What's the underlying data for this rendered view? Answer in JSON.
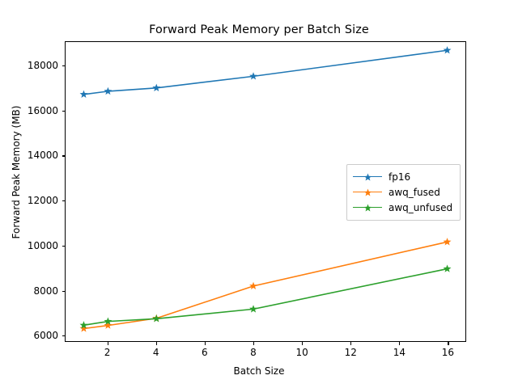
{
  "chart_data": {
    "type": "line",
    "title": "Forward Peak Memory per Batch Size",
    "xlabel": "Batch Size",
    "ylabel": "Forward Peak Memory (MB)",
    "x": [
      1,
      2,
      4,
      8,
      16
    ],
    "xlim": [
      0.25,
      16.75
    ],
    "ylim": [
      5720,
      19080
    ],
    "xticks": [
      2,
      4,
      6,
      8,
      10,
      12,
      14,
      16
    ],
    "xtick_labels": [
      "2",
      "4",
      "6",
      "8",
      "10",
      "12",
      "14",
      "16"
    ],
    "yticks": [
      6000,
      8000,
      10000,
      12000,
      14000,
      16000,
      18000
    ],
    "ytick_labels": [
      "6000",
      "8000",
      "10000",
      "12000",
      "14000",
      "16000",
      "18000"
    ],
    "grid": false,
    "legend_position": "center right",
    "marker": "star",
    "series": [
      {
        "name": "fp16",
        "color": "#1f77b4",
        "values": [
          16740,
          16880,
          17030,
          17550,
          18710
        ]
      },
      {
        "name": "awq_fused",
        "color": "#ff7f0e",
        "values": [
          6280,
          6420,
          6740,
          8180,
          10150
        ]
      },
      {
        "name": "awq_unfused",
        "color": "#2ca02c",
        "values": [
          6430,
          6600,
          6720,
          7150,
          8950
        ]
      }
    ]
  }
}
